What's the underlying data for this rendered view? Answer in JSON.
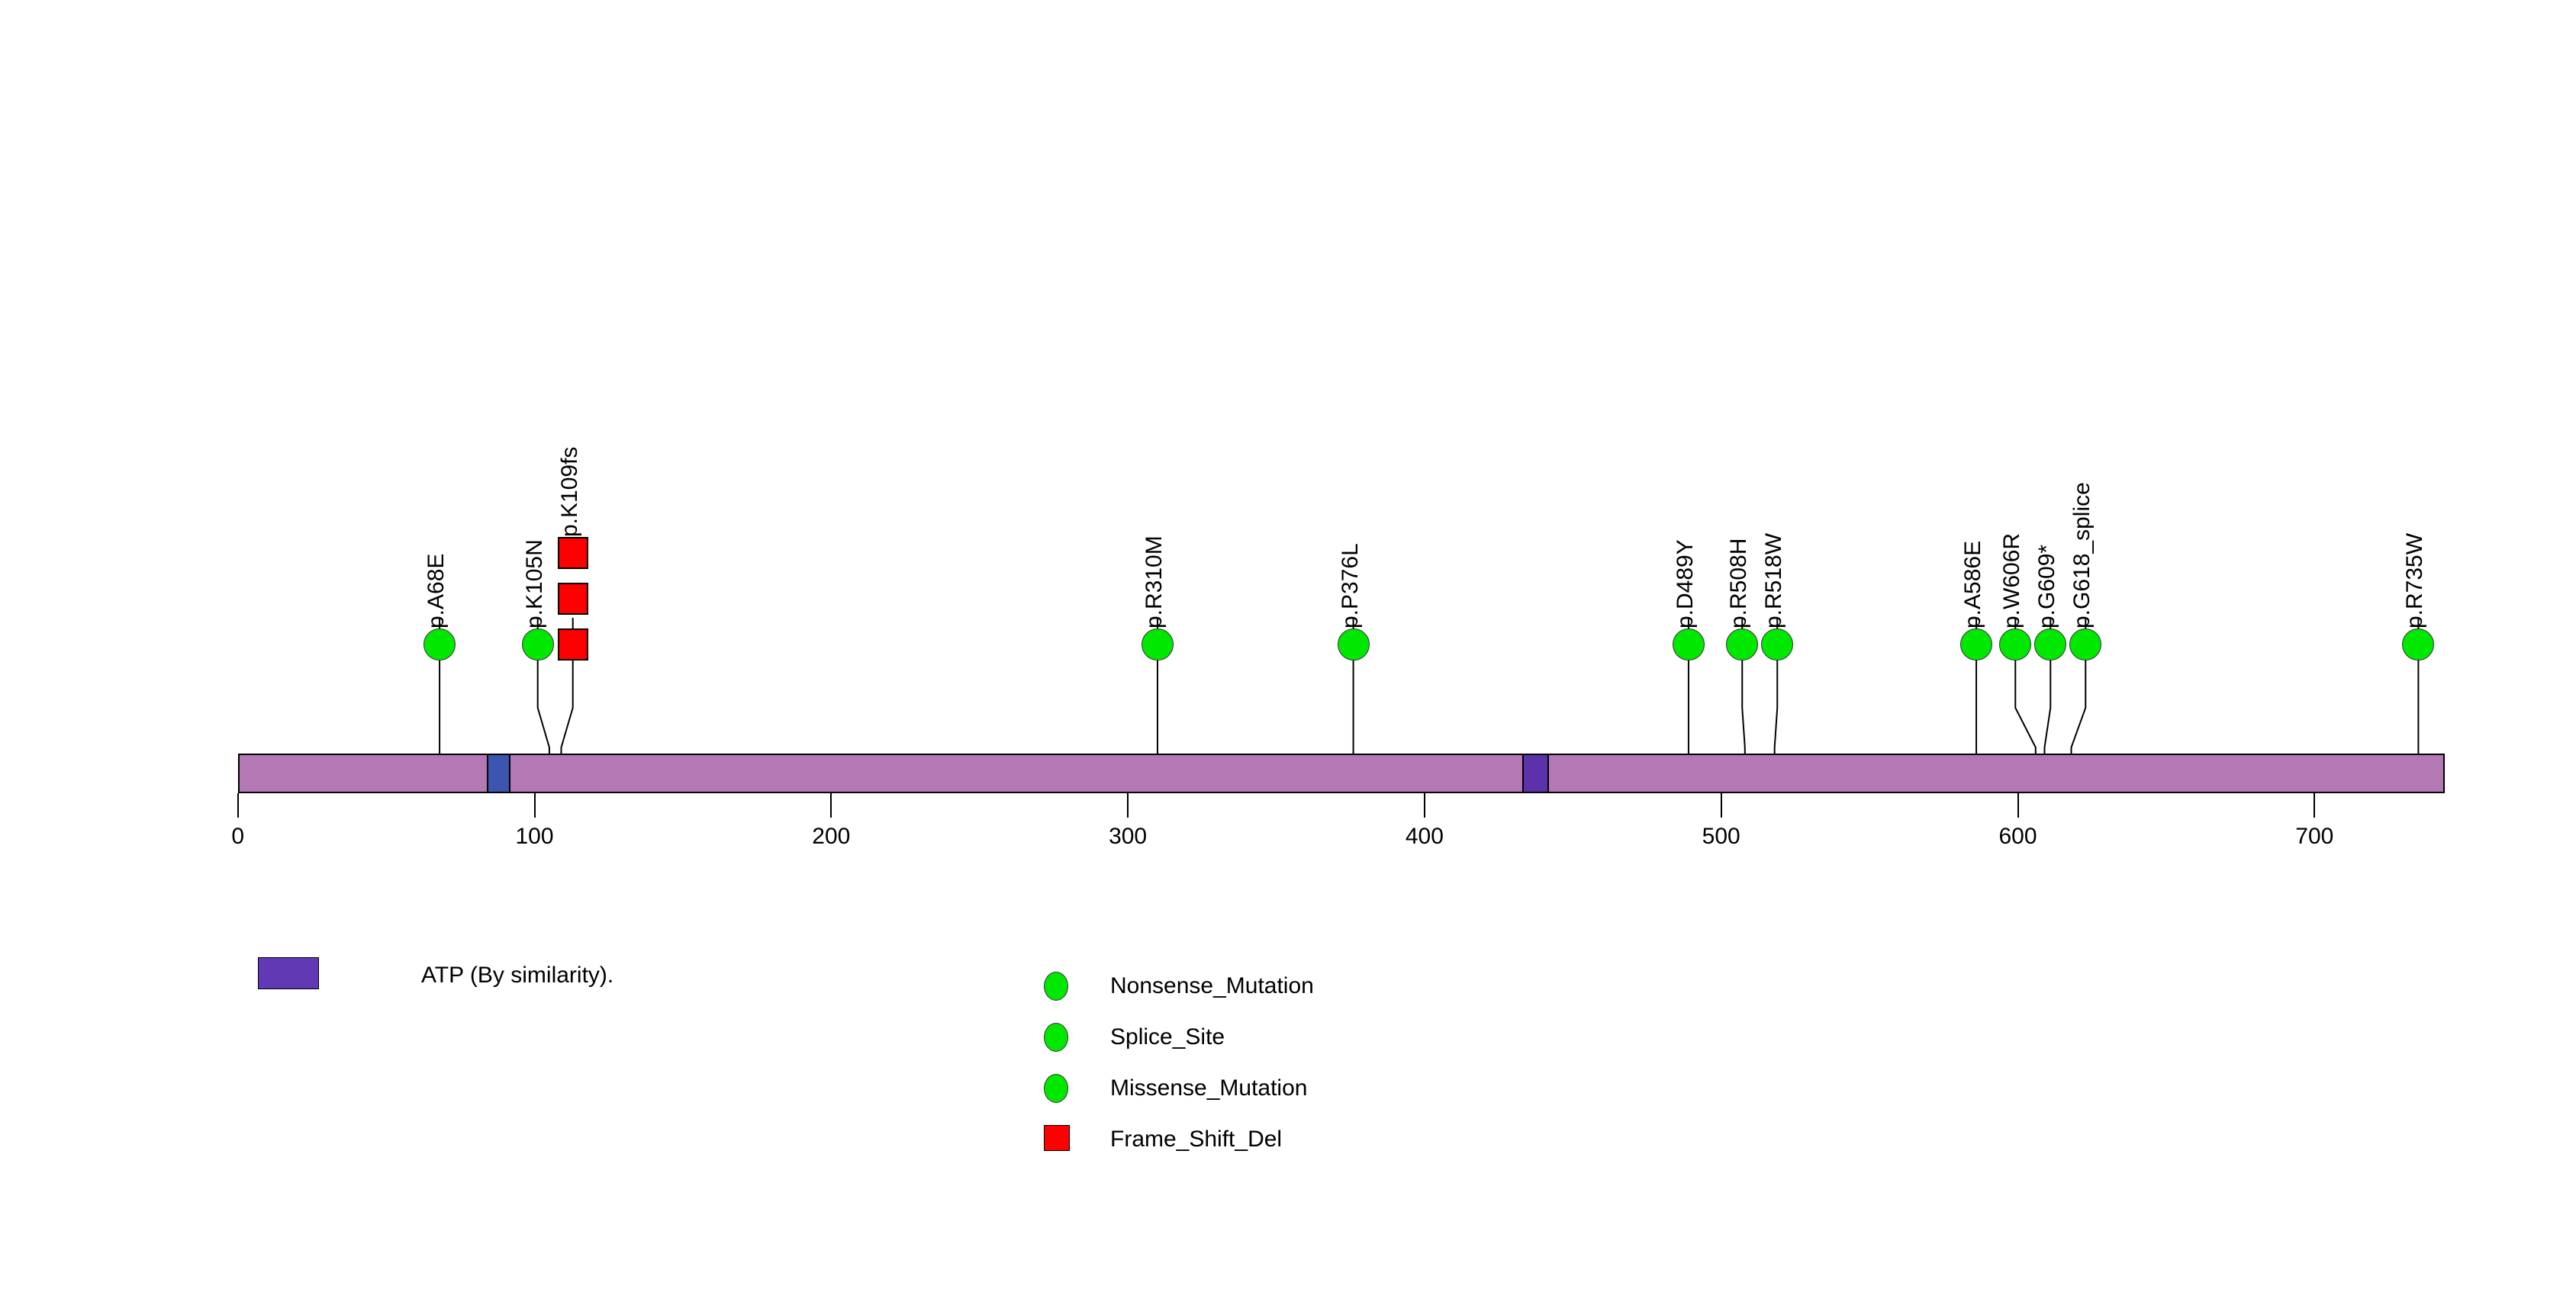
{
  "chart_data": {
    "type": "scatter",
    "subtype": "lollipop-protein-domain-plot",
    "title": "",
    "xlabel": "",
    "ylabel": "",
    "xlim": [
      0,
      744
    ],
    "x_ticks": [
      0,
      100,
      200,
      300,
      400,
      500,
      600,
      700
    ],
    "x_tick_labels": [
      "0",
      "100",
      "200",
      "300",
      "400",
      "500",
      "600",
      "700"
    ],
    "grid": false,
    "protein_length": 744,
    "backbone_color": "#B478B4",
    "mutations": [
      {
        "label": "p.A68E",
        "position": 68,
        "count": 1,
        "shape": "circle",
        "color": "#00E800"
      },
      {
        "label": "p.K105N",
        "position": 105,
        "count": 1,
        "shape": "circle",
        "color": "#00E800"
      },
      {
        "label": "p.K109fs",
        "position": 109,
        "count": 3,
        "shape": "square",
        "color": "#FF0000"
      },
      {
        "label": "p.R310M",
        "position": 310,
        "count": 1,
        "shape": "circle",
        "color": "#00E800"
      },
      {
        "label": "p.P376L",
        "position": 376,
        "count": 1,
        "shape": "circle",
        "color": "#00E800"
      },
      {
        "label": "p.D489Y",
        "position": 489,
        "count": 1,
        "shape": "circle",
        "color": "#00E800"
      },
      {
        "label": "p.R508H",
        "position": 508,
        "count": 1,
        "shape": "circle",
        "color": "#00E800"
      },
      {
        "label": "p.R518W",
        "position": 518,
        "count": 1,
        "shape": "circle",
        "color": "#00E800"
      },
      {
        "label": "p.A586E",
        "position": 586,
        "count": 1,
        "shape": "circle",
        "color": "#00E800"
      },
      {
        "label": "p.W606R",
        "position": 606,
        "count": 1,
        "shape": "circle",
        "color": "#00E800"
      },
      {
        "label": "p.G609*",
        "position": 609,
        "count": 1,
        "shape": "circle",
        "color": "#00E800"
      },
      {
        "label": "p.G618_splice",
        "position": 618,
        "count": 1,
        "shape": "circle",
        "color": "#00E800"
      },
      {
        "label": "p.R735W",
        "position": 735,
        "count": 1,
        "shape": "circle",
        "color": "#00E800"
      }
    ],
    "domains": [
      {
        "label": "ATP (By similarity).",
        "start": 84,
        "end": 92,
        "color": "#3C55AE"
      },
      {
        "label": "",
        "start": 433,
        "end": 442,
        "color": "#5B32AC"
      }
    ]
  },
  "domain_legend": {
    "items": [
      {
        "label": "ATP (By similarity).",
        "color": "#6139B4",
        "shape": "rect"
      }
    ]
  },
  "mutation_legend": {
    "items": [
      {
        "label": "Nonsense_Mutation",
        "color": "#00E800",
        "shape": "circle"
      },
      {
        "label": "Splice_Site",
        "color": "#00E800",
        "shape": "circle"
      },
      {
        "label": "Missense_Mutation",
        "color": "#00E800",
        "shape": "circle"
      },
      {
        "label": "Frame_Shift_Del",
        "color": "#FF0000",
        "shape": "square"
      }
    ]
  }
}
